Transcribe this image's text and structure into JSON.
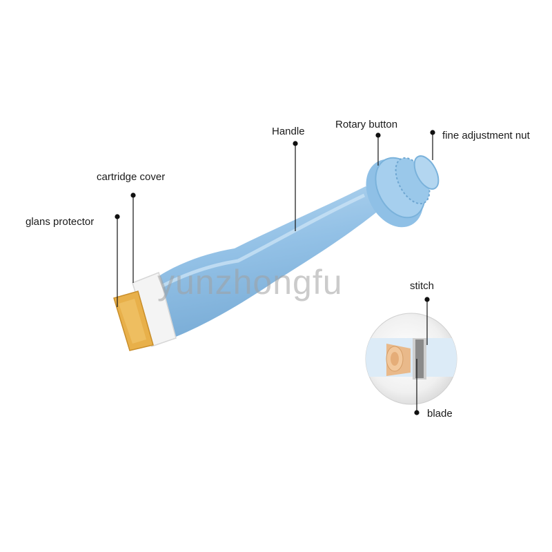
{
  "labels": {
    "glans_protector": "glans protector",
    "cartridge_cover": "cartridge cover",
    "handle": "Handle",
    "rotary_button": "Rotary button",
    "fine_adjustment_nut": "fine adjustment nut",
    "stitch": "stitch",
    "blade": "blade"
  },
  "watermark": "yunzhongfu",
  "colors": {
    "body_blue": "#9cc6e6",
    "body_blue_dark": "#7fb0d8",
    "protector_orange": "#e8b04a",
    "cover_white": "#f4f4f4",
    "leader_line": "#111111"
  }
}
